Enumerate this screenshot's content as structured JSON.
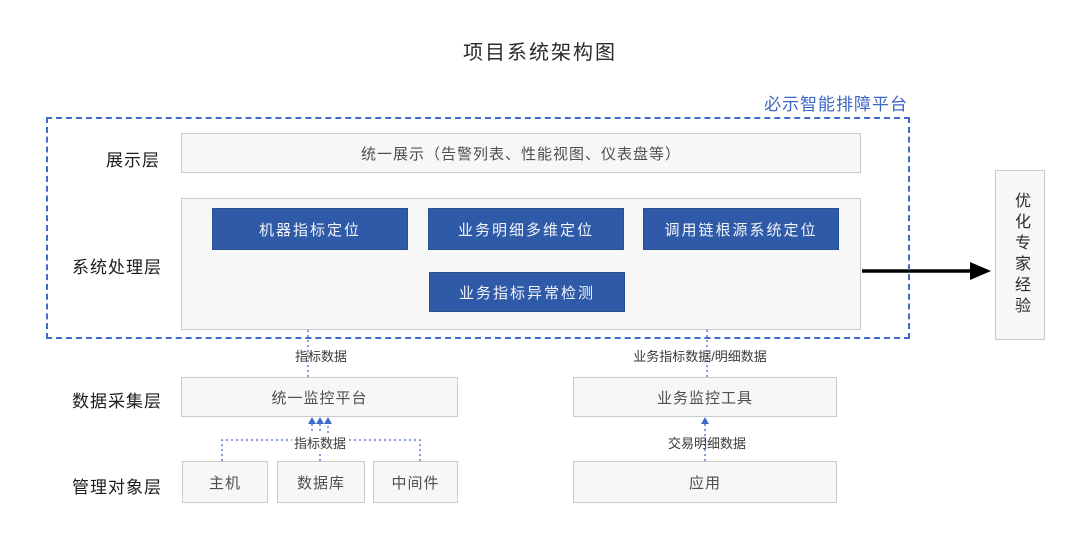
{
  "title": "项目系统架构图",
  "platform_label": "必示智能排障平台",
  "colors": {
    "accent_blue": "#3b66c4",
    "dashed_border_blue": "#3f6bc8",
    "solid_box_blue": "#2f5aa7",
    "gray_box_fill": "#f7f7f8",
    "gray_box_border": "#c9cbcd",
    "arrow_black": "#000000"
  },
  "layers": {
    "display": {
      "label": "展示层",
      "box": "统一展示（告警列表、性能视图、仪表盘等）"
    },
    "processing": {
      "label": "系统处理层",
      "boxes": [
        "机器指标定位",
        "业务明细多维定位",
        "调用链根源系统定位",
        "业务指标异常检测"
      ]
    },
    "collection": {
      "label": "数据采集层",
      "boxes": [
        "统一监控平台",
        "业务监控工具"
      ]
    },
    "objects": {
      "label": "管理对象层",
      "boxes": [
        "主机",
        "数据库",
        "中间件",
        "应用"
      ]
    }
  },
  "side_box": "优化专家经验",
  "flow_labels": {
    "metric_data_upper": "指标数据",
    "biz_metric_detail": "业务指标数据/明细数据",
    "metric_data_lower": "指标数据",
    "trade_detail": "交易明细数据"
  }
}
